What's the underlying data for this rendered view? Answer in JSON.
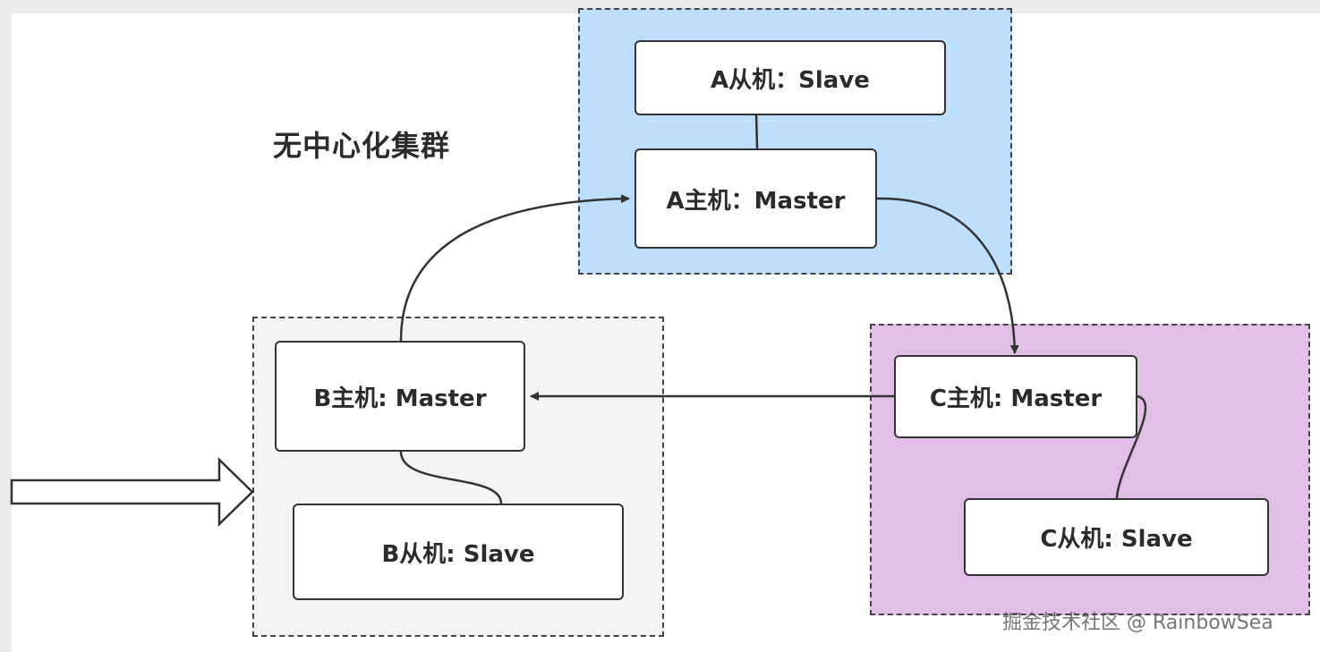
{
  "title": "无中心化集群",
  "groups": {
    "a": {
      "color": "#bddffb"
    },
    "b": {
      "color": "#f4f4f4"
    },
    "c": {
      "color": "#e1bfe6"
    }
  },
  "nodes": {
    "a_slave": "A从机：Slave",
    "a_master": "A主机：Master",
    "b_master": "B主机: Master",
    "b_slave": "B从机: Slave",
    "c_master": "C主机: Master",
    "c_slave": "C从机: Slave"
  },
  "watermark": "掘金技术社区 @ RainbowSea"
}
